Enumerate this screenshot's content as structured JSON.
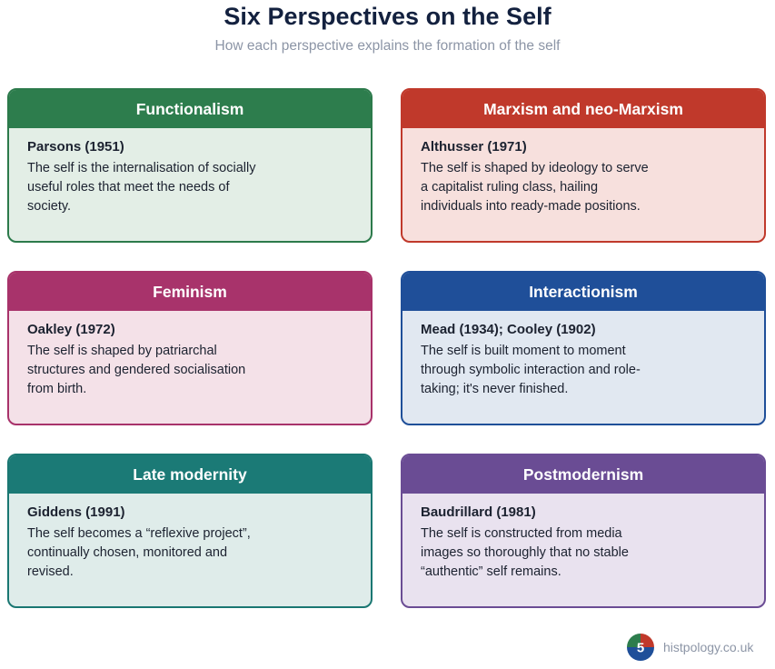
{
  "header": {
    "title": "Six Perspectives on the Self",
    "subtitle": "How each perspective explains the formation of the self"
  },
  "cards": [
    {
      "title": "Functionalism",
      "author": "Parsons (1951)",
      "text": "The self is the internalisation of socially useful roles that meet the needs of society.",
      "color": "#2d7d4d",
      "background": "#e3eee6"
    },
    {
      "title": "Marxism and neo-Marxism",
      "author": "Althusser (1971)",
      "text": "The self is shaped by ideology to serve a capitalist ruling class, hailing individuals into ready-made positions.",
      "color": "#c0392b",
      "background": "#f7e0dd"
    },
    {
      "title": "Feminism",
      "author": "Oakley (1972)",
      "text": "The self is shaped by patriarchal structures and gendered socialisation from birth.",
      "color": "#a8336b",
      "background": "#f4e1e8"
    },
    {
      "title": "Interactionism",
      "author": "Mead (1934); Cooley (1902)",
      "text": "The self is built moment to moment through symbolic interaction and role-taking; it's never finished.",
      "color": "#1f4f99",
      "background": "#e1e8f1"
    },
    {
      "title": "Late modernity",
      "author": "Giddens (1991)",
      "text": "The self becomes a “reflexive project”, continually chosen, monitored and revised.",
      "color": "#1b7a76",
      "background": "#dfecea"
    },
    {
      "title": "Postmodernism",
      "author": "Baudrillard (1981)",
      "text": "The self is constructed from media images so thoroughly that no stable “authentic” self remains.",
      "color": "#6a4c94",
      "background": "#e9e2ef"
    }
  ],
  "footer": {
    "logo_number": "5",
    "site": "histpology.co.uk"
  }
}
